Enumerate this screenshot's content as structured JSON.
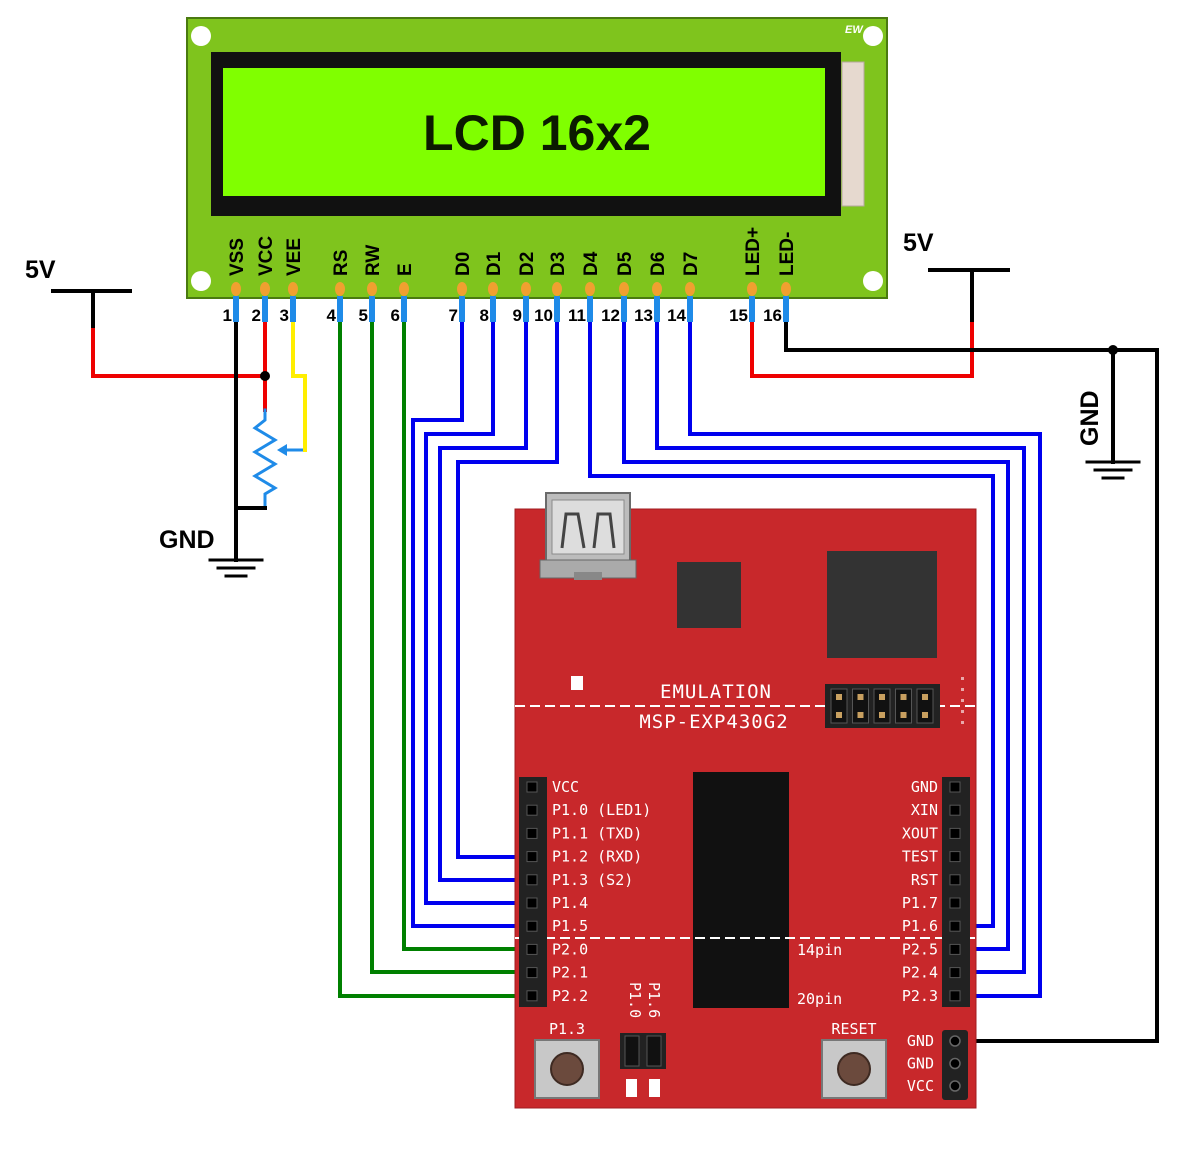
{
  "lcd": {
    "title": "LCD 16x2",
    "brand": "EW",
    "pins": [
      {
        "num": "1",
        "label": "VSS"
      },
      {
        "num": "2",
        "label": "VCC"
      },
      {
        "num": "3",
        "label": "VEE"
      },
      {
        "num": "4",
        "label": "RS"
      },
      {
        "num": "5",
        "label": "RW"
      },
      {
        "num": "6",
        "label": "E"
      },
      {
        "num": "7",
        "label": "D0"
      },
      {
        "num": "8",
        "label": "D1"
      },
      {
        "num": "9",
        "label": "D2"
      },
      {
        "num": "10",
        "label": "D3"
      },
      {
        "num": "11",
        "label": "D4"
      },
      {
        "num": "12",
        "label": "D5"
      },
      {
        "num": "13",
        "label": "D6"
      },
      {
        "num": "14",
        "label": "D7"
      },
      {
        "num": "15",
        "label": "LED+"
      },
      {
        "num": "16",
        "label": "LED-"
      }
    ]
  },
  "supply": {
    "left_5v": "5V",
    "right_5v": "5V",
    "left_gnd": "GND",
    "right_gnd": "GND"
  },
  "board": {
    "name": "MSP-EXP430G2",
    "emulation": "EMULATION",
    "left_header": [
      "VCC",
      "P1.0 (LED1)",
      "P1.1 (TXD)",
      "P1.2 (RXD)",
      "P1.3 (S2)",
      "P1.4",
      "P1.5",
      "P2.0",
      "P2.1",
      "P2.2"
    ],
    "right_header": [
      "GND",
      "XIN",
      "XOUT",
      "TEST",
      "RST",
      "P1.7",
      "P1.6",
      "P2.5",
      "P2.4",
      "P2.3"
    ],
    "chip_14pin": "14pin",
    "chip_20pin": "20pin",
    "button_left": "P1.3",
    "button_right": "RESET",
    "jumper_p16": "P1.6",
    "jumper_p10": "P1.0",
    "power_header": [
      "GND",
      "GND",
      "VCC"
    ]
  },
  "colors": {
    "lcd_pcb": "#7fc41d",
    "lcd_screen": "#80ff00",
    "board_red": "#c8282b",
    "wire_blue": "#0000ee",
    "wire_green": "#008000",
    "wire_red": "#ee0000",
    "wire_yellow": "#ffee00",
    "wire_black": "#000000",
    "pin_orange": "#f0a030"
  }
}
